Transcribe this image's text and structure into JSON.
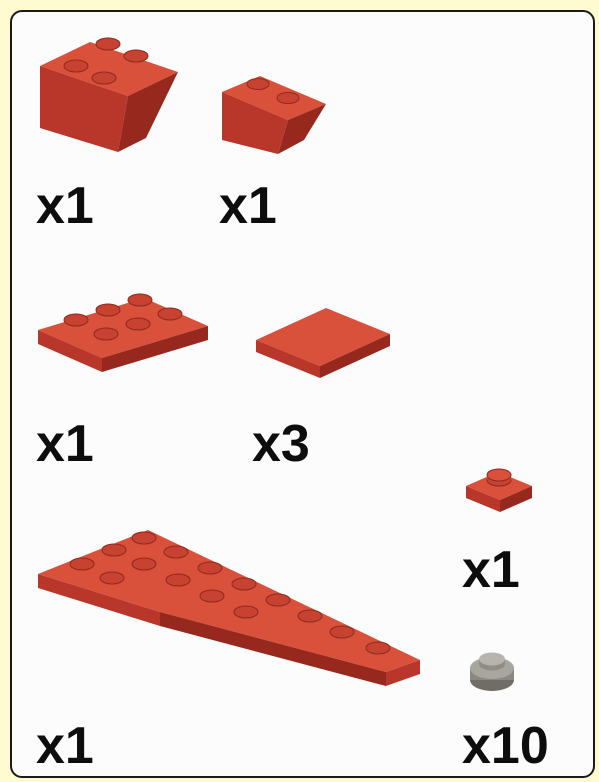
{
  "colors": {
    "page_background": "#fffbd0",
    "panel_background": "#fcfcfc",
    "panel_border": "#1a1a1a",
    "brick_red": "#c43d2c",
    "stud_grey": "#9a9890"
  },
  "parts": [
    {
      "id": "inverted-slope-2x2",
      "quantity": "x1",
      "color": "red"
    },
    {
      "id": "inverted-slope-1x2",
      "quantity": "x1",
      "color": "red"
    },
    {
      "id": "plate-2x3",
      "quantity": "x1",
      "color": "red"
    },
    {
      "id": "tile-2x2",
      "quantity": "x3",
      "color": "red"
    },
    {
      "id": "plate-1x1",
      "quantity": "x1",
      "color": "red"
    },
    {
      "id": "wedge-plate-long",
      "quantity": "x1",
      "color": "red"
    },
    {
      "id": "round-plate-1x1",
      "quantity": "x10",
      "color": "grey"
    }
  ]
}
